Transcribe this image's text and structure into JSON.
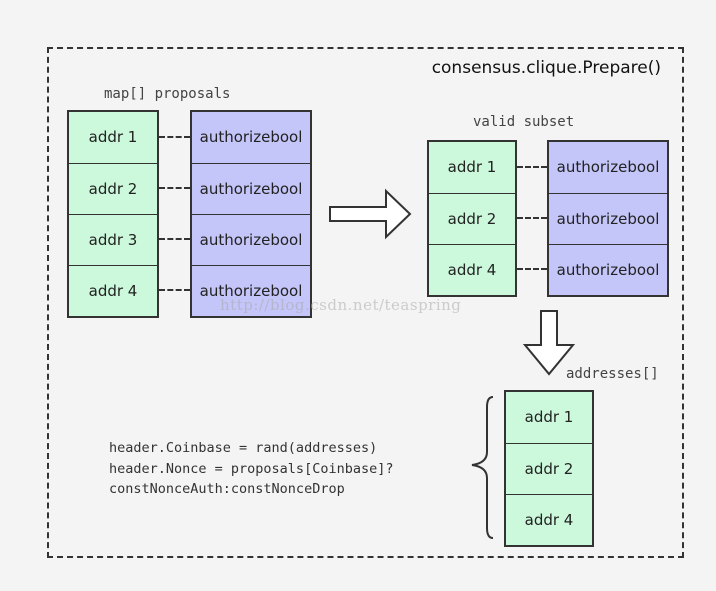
{
  "title": "consensus.clique.Prepare()",
  "proposals": {
    "label": "map[] proposals",
    "keys": [
      "addr 1",
      "addr 2",
      "addr 3",
      "addr 4"
    ],
    "values": [
      {
        "line1": "authorize",
        "line2": "bool"
      },
      {
        "line1": "authorize",
        "line2": "bool"
      },
      {
        "line1": "authorize",
        "line2": "bool"
      },
      {
        "line1": "authorize",
        "line2": "bool"
      }
    ]
  },
  "valid_subset": {
    "label": "valid subset",
    "keys": [
      "addr 1",
      "addr 2",
      "addr 4"
    ],
    "values": [
      {
        "line1": "authorize",
        "line2": "bool"
      },
      {
        "line1": "authorize",
        "line2": "bool"
      },
      {
        "line1": "authorize",
        "line2": "bool"
      }
    ]
  },
  "addresses": {
    "label": "addresses[]",
    "items": [
      "addr 1",
      "addr 2",
      "addr 4"
    ]
  },
  "code": [
    "header.Coinbase = rand(addresses)",
    "header.Nonce = proposals[Coinbase]?",
    "constNonceAuth:constNonceDrop"
  ],
  "watermark": "http://blog.csdn.net/teaspring",
  "colors": {
    "key_fill": "#ccf8dc",
    "value_fill": "#c4c5f8",
    "border": "#333333"
  }
}
